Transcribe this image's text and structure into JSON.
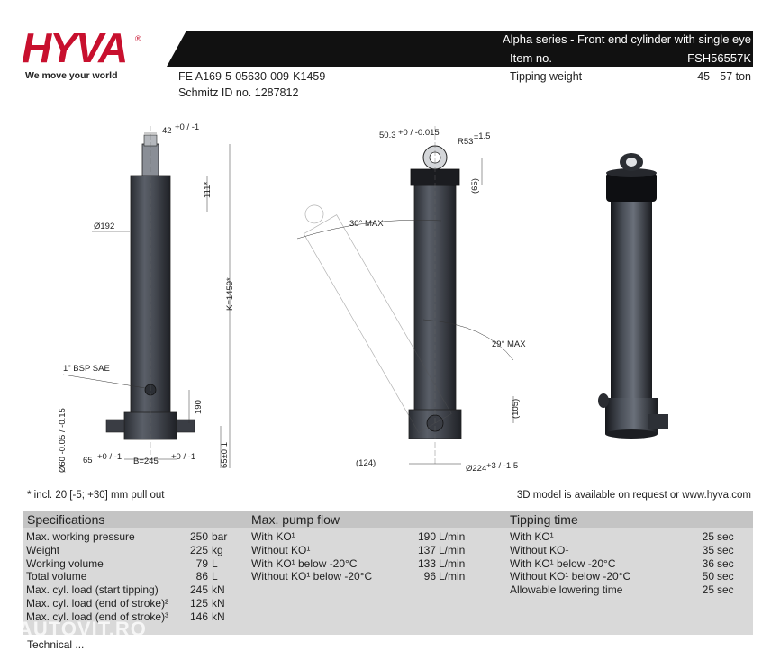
{
  "brand": {
    "logo_text": "HYVA",
    "registered": "®",
    "tagline": "We move your world",
    "color": "#c8102e"
  },
  "header": {
    "title": "Alpha series - Front end cylinder with single eye",
    "item_no_label": "Item no.",
    "item_no_value": "FSH56557K",
    "fe_code": "FE A169-5-05630-009-K1459",
    "schmitz_id": "Schmitz ID no. 1287812",
    "tipping_weight_label": "Tipping weight",
    "tipping_weight_value": "45 - 57 ton"
  },
  "drawing": {
    "dims": {
      "rod_width": "42",
      "rod_tol": "+0 / -1",
      "diameter": "Ø192",
      "top_len": "111*",
      "k_len": "K=1459*",
      "port": "1\" BSP SAE",
      "port_h": "190",
      "base_h": "65±0.1",
      "pin_d": "Ø60 -0.05 / -0.15",
      "b_width": "B=245",
      "b_tol": "+0 / -1",
      "side_65": "65",
      "side_65_tol": "+0 / -1",
      "eye_w": "50.3",
      "eye_tol": "+0 / -0.015",
      "eye_r": "R53",
      "eye_r_tol": "±1.5",
      "eye_h": "(65)",
      "max30": "30° MAX",
      "max29": "29° MAX",
      "h105": "(105)",
      "h124": "(124)",
      "d224": "Ø224",
      "d224_tol": "+3 / -1.5"
    }
  },
  "footnote": "* incl. 20 [-5; +30] mm pull out",
  "model_note": "3D model is available on request or www.hyva.com",
  "specs": {
    "title": "Specifications",
    "rows": [
      {
        "label": "Max. working pressure",
        "value": "250",
        "unit": "bar"
      },
      {
        "label": "Weight",
        "value": "225",
        "unit": "kg"
      },
      {
        "label": "Working volume",
        "value": "79",
        "unit": "L"
      },
      {
        "label": "Total volume",
        "value": "86",
        "unit": "L"
      },
      {
        "label": "Max. cyl. load (start tipping)",
        "value": "245",
        "unit": "kN"
      },
      {
        "label": "Max. cyl. load (end of stroke)²",
        "value": "125",
        "unit": "kN"
      },
      {
        "label": "Max. cyl. load (end of stroke)³",
        "value": "146",
        "unit": "kN"
      }
    ]
  },
  "pump": {
    "title": "Max. pump flow",
    "rows": [
      {
        "label": "With KO¹",
        "value": "190",
        "unit": "L/min"
      },
      {
        "label": "Without KO¹",
        "value": "137",
        "unit": "L/min"
      },
      {
        "label": "With KO¹ below -20°C",
        "value": "133",
        "unit": "L/min"
      },
      {
        "label": "Without KO¹ below -20°C",
        "value": "96",
        "unit": "L/min"
      }
    ]
  },
  "tipping": {
    "title": "Tipping time",
    "rows": [
      {
        "label": "With KO¹",
        "value": "25",
        "unit": "sec"
      },
      {
        "label": "Without KO¹",
        "value": "35",
        "unit": "sec"
      },
      {
        "label": "With KO¹ below -20°C",
        "value": "36",
        "unit": "sec"
      },
      {
        "label": "Without KO¹ below -20°C",
        "value": "50",
        "unit": "sec"
      },
      {
        "label": "Allowable lowering time",
        "value": "25",
        "unit": "sec"
      }
    ]
  },
  "watermark": "AUTOVIT.RO",
  "bottom_text": "Technical ..."
}
